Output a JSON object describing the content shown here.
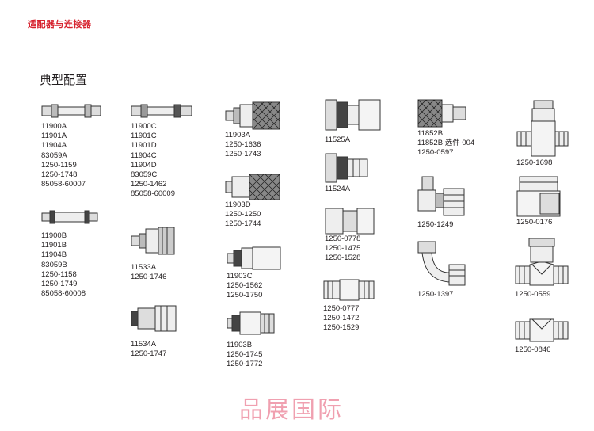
{
  "header": {
    "title": "适配器与连接器"
  },
  "section": {
    "title": "典型配置"
  },
  "groups": [
    {
      "id": "g1",
      "codes": [
        "11900A",
        "11901A",
        "11904A",
        "83059A",
        "1250-1159",
        "1250-1748",
        "85058-60007"
      ]
    },
    {
      "id": "g2",
      "codes": [
        "11900B",
        "11901B",
        "11904B",
        "83059B",
        "1250-1158",
        "1250-1749",
        "85058-60008"
      ]
    },
    {
      "id": "g3",
      "codes": [
        "11900C",
        "11901C",
        "11901D",
        "11904C",
        "11904D",
        "83059C",
        "1250-1462",
        "85058-60009"
      ]
    },
    {
      "id": "g4",
      "codes": [
        "11533A",
        "1250-1746"
      ]
    },
    {
      "id": "g5",
      "codes": [
        "11534A",
        "1250-1747"
      ]
    },
    {
      "id": "g6",
      "codes": [
        "11903A",
        "1250-1636",
        "1250-1743"
      ]
    },
    {
      "id": "g7",
      "codes": [
        "11903D",
        "1250-1250",
        "1250-1744"
      ]
    },
    {
      "id": "g8",
      "codes": [
        "11903C",
        "1250-1562",
        "1250-1750"
      ]
    },
    {
      "id": "g9",
      "codes": [
        "11903B",
        "1250-1745",
        "1250-1772"
      ]
    },
    {
      "id": "g10",
      "codes": [
        "11525A"
      ]
    },
    {
      "id": "g11",
      "codes": [
        "11524A"
      ]
    },
    {
      "id": "g12",
      "codes": [
        "1250-0778",
        "1250-1475",
        "1250-1528"
      ]
    },
    {
      "id": "g13",
      "codes": [
        "1250-0777",
        "1250-1472",
        "1250-1529"
      ]
    },
    {
      "id": "g14",
      "codes": [
        "11852B",
        "11852B 选件 004",
        "1250-0597"
      ]
    },
    {
      "id": "g15",
      "codes": [
        "1250-1249"
      ]
    },
    {
      "id": "g16",
      "codes": [
        "1250-1397"
      ]
    },
    {
      "id": "g17",
      "codes": [
        "1250-1698"
      ]
    },
    {
      "id": "g18",
      "codes": [
        "1250-0176"
      ]
    },
    {
      "id": "g19",
      "codes": [
        "1250-0559"
      ]
    },
    {
      "id": "g20",
      "codes": [
        "1250-0846"
      ]
    }
  ],
  "watermark": "品展国际",
  "colors": {
    "header": "#d6202c",
    "text": "#231f20",
    "watermark": "#f0a0b0"
  }
}
